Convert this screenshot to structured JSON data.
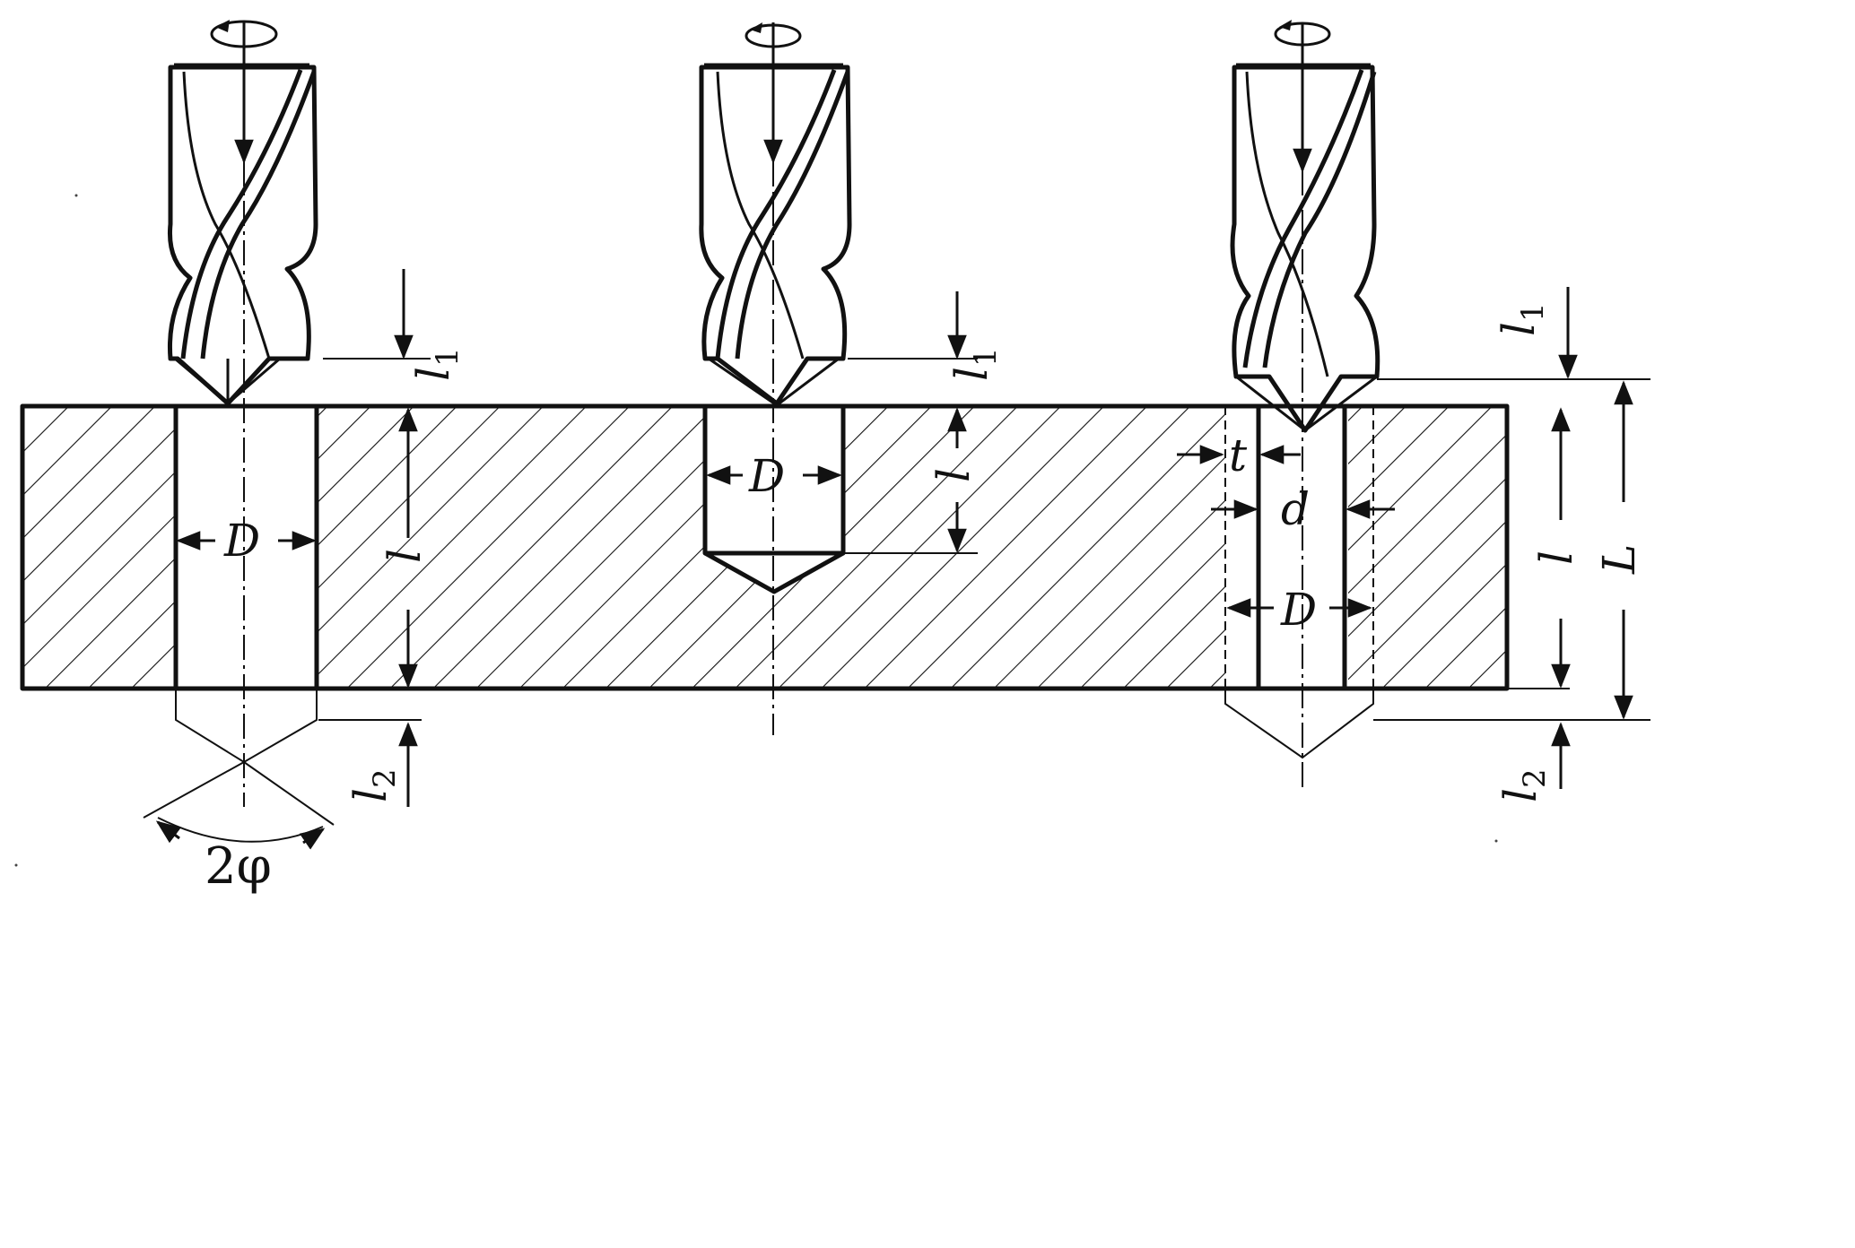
{
  "labels": {
    "D": "D",
    "l": "l",
    "l1_base": "l",
    "l1_sub": "1",
    "l2_base": "l",
    "l2_sub": "2",
    "L": "L",
    "t": "t",
    "d": "d",
    "angle": "2φ"
  },
  "colors": {
    "ink": "#111111",
    "paper": "#ffffff"
  },
  "icons": {
    "rotation": "rotation-arrow-icon",
    "feed": "feed-arrow-icon"
  }
}
